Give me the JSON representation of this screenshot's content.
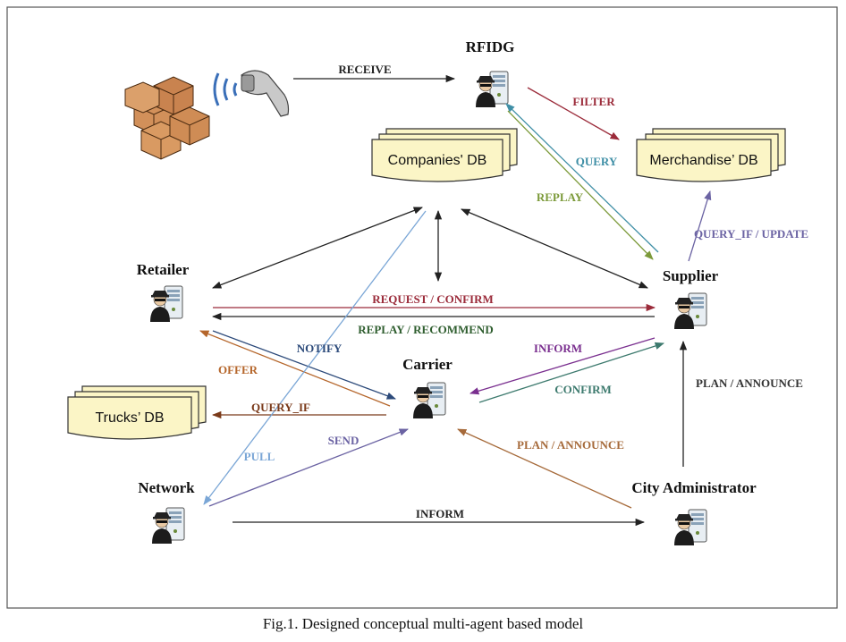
{
  "caption": "Fig.1. Designed conceptual multi-agent based model",
  "agents": {
    "rfidg": "RFIDG",
    "retailer": "Retailer",
    "supplier": "Supplier",
    "carrier": "Carrier",
    "network": "Network",
    "city_admin": "City Administrator"
  },
  "databases": {
    "companies": "Companies' DB",
    "merchandise": "Merchandise’ DB",
    "trucks": "Trucks’ DB"
  },
  "relations": {
    "receive": "RECEIVE",
    "filter": "FILTER",
    "query": "QUERY",
    "replay_rfidg": "REPLAY",
    "query_if_update": "QUERY_IF / UPDATE",
    "request_confirm": "REQUEST / CONFIRM",
    "replay_recommend": "REPLAY / RECOMMEND",
    "notify": "NOTIFY",
    "offer": "OFFER",
    "inform_supplier": "INFORM",
    "confirm": "CONFIRM",
    "plan_announce_supplier": "PLAN / ANNOUNCE",
    "query_if": "QUERY_IF",
    "send": "SEND",
    "pull": "PULL",
    "plan_announce_carrier": "PLAN / ANNOUNCE",
    "inform_city": "INFORM"
  },
  "colors": {
    "black": "#222222",
    "red": "#9b2b3a",
    "teal": "#3f8fa6",
    "olive": "#7c9a3a",
    "purple": "#6b63a3",
    "navy": "#2c4a7a",
    "brown": "#b5662b",
    "violet": "#7a2f8f",
    "green": "#3d7a6e",
    "lightblue": "#7aa6d6",
    "darkgreen": "#2f5e2f",
    "darkbrown": "#7a3a1a",
    "tan": "#a66a3a"
  }
}
